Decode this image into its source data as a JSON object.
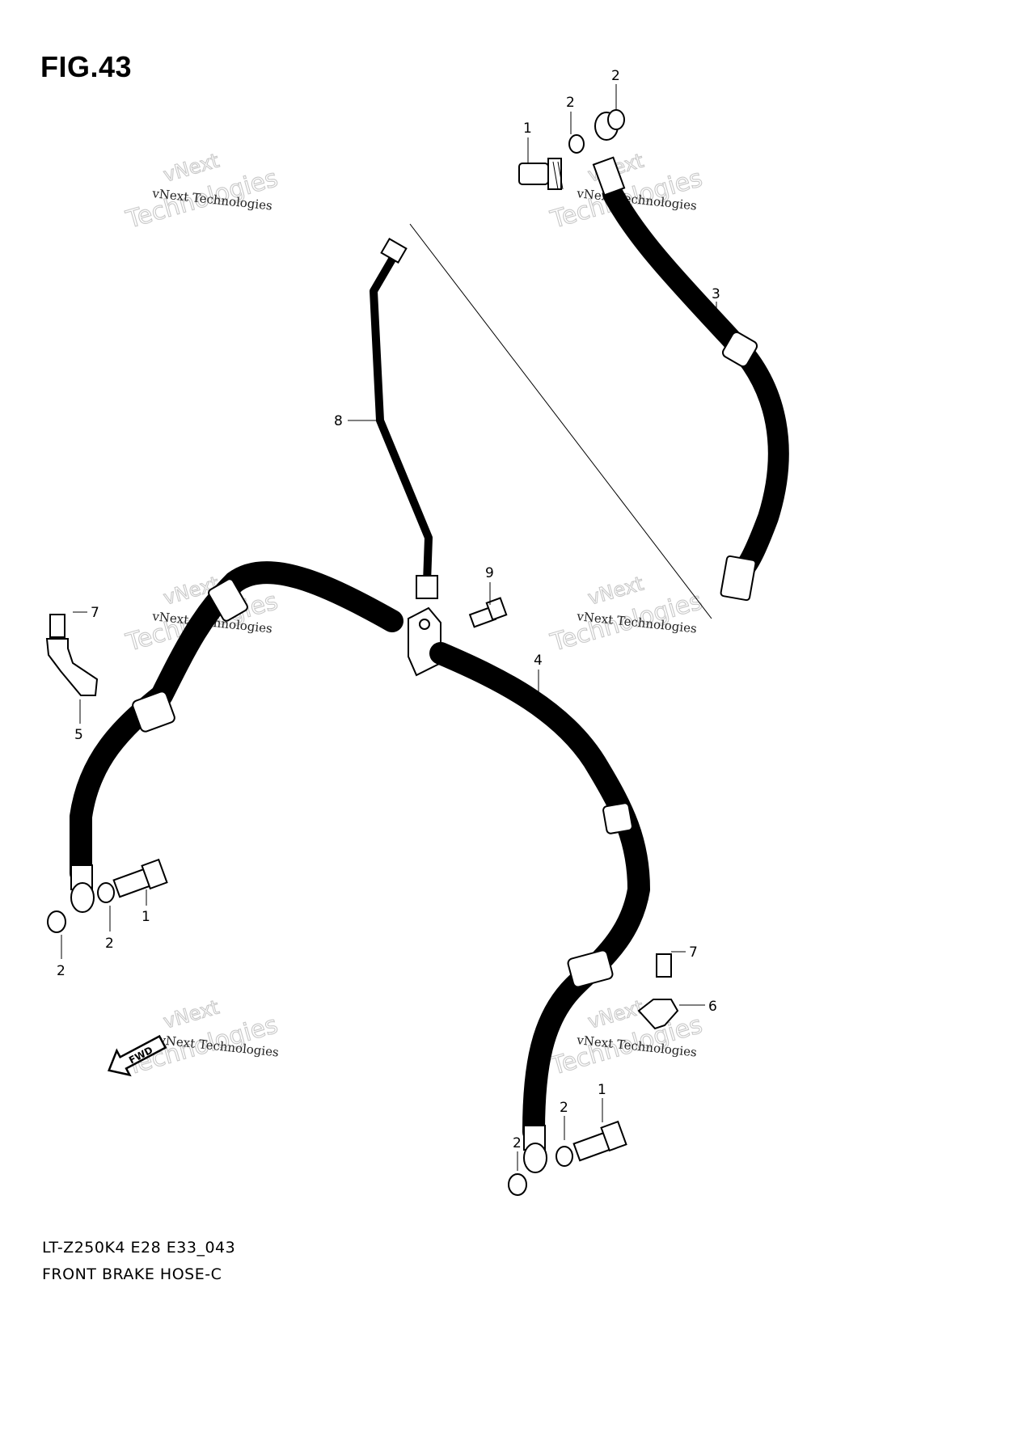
{
  "figure": {
    "title": "FIG.43",
    "model_code": "LT-Z250K4 E28 E33_043",
    "name": "FRONT BRAKE HOSE-C"
  },
  "watermark": {
    "company": "vNext Technologies",
    "brand_line1": "vNext",
    "brand_line2": "Technologies"
  },
  "direction_arrow": {
    "label": "FWD"
  },
  "callouts": [
    "1",
    "2",
    "2",
    "3",
    "8",
    "9",
    "7",
    "5",
    "4",
    "1",
    "2",
    "2",
    "7",
    "6",
    "1",
    "2",
    "2"
  ]
}
